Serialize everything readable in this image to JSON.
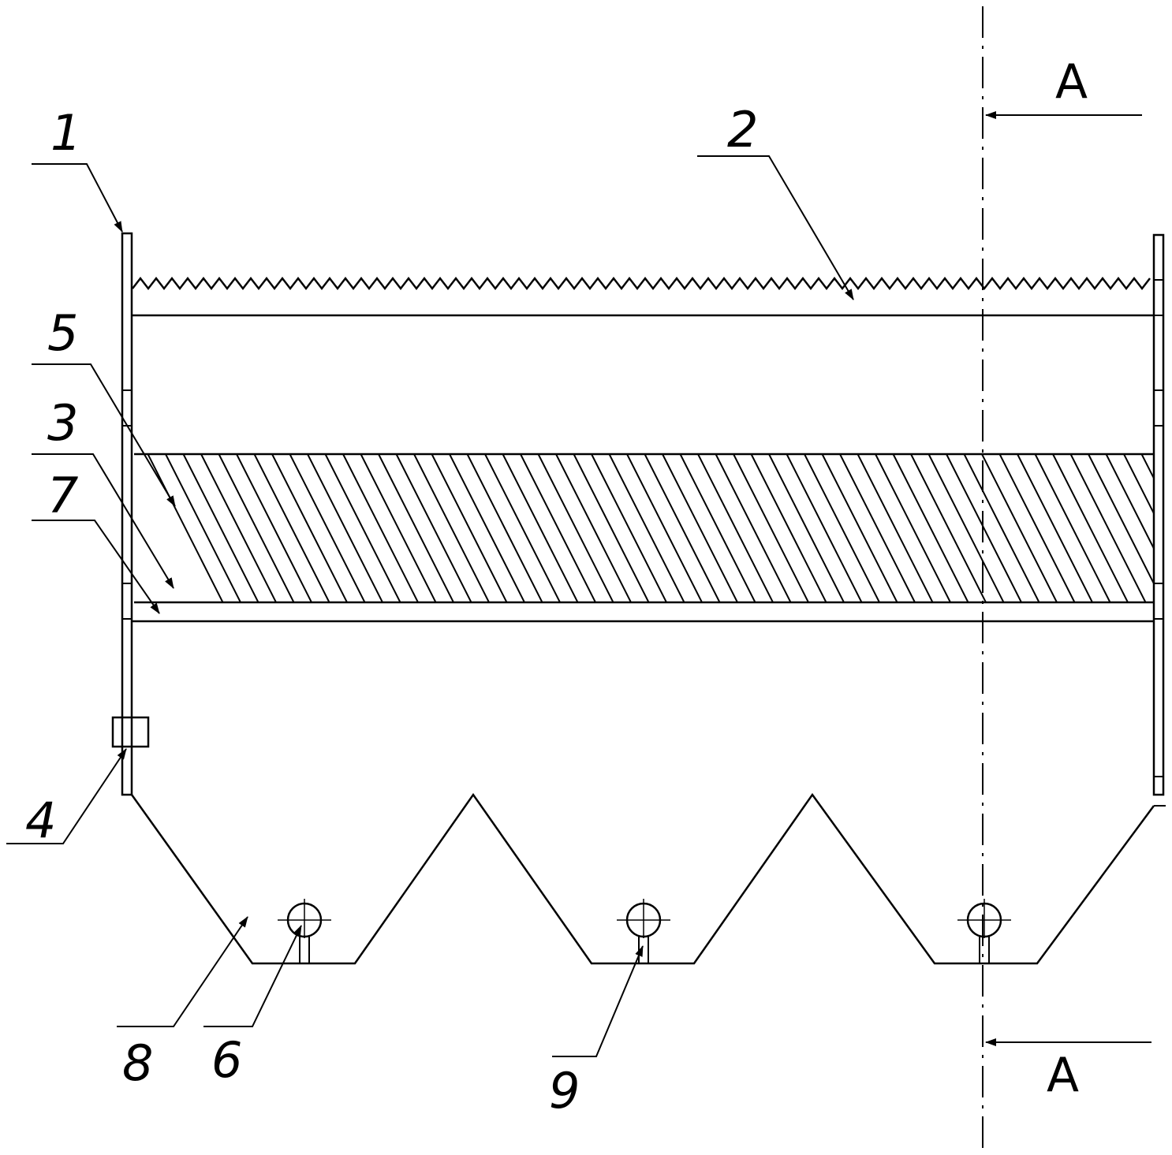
{
  "labels": {
    "l1": "1",
    "l2": "2",
    "l3": "3",
    "l4": "4",
    "l5": "5",
    "l6": "6",
    "l7": "7",
    "l8": "8",
    "l9": "9"
  },
  "section_marks": {
    "top": "A",
    "bottom": "A"
  }
}
